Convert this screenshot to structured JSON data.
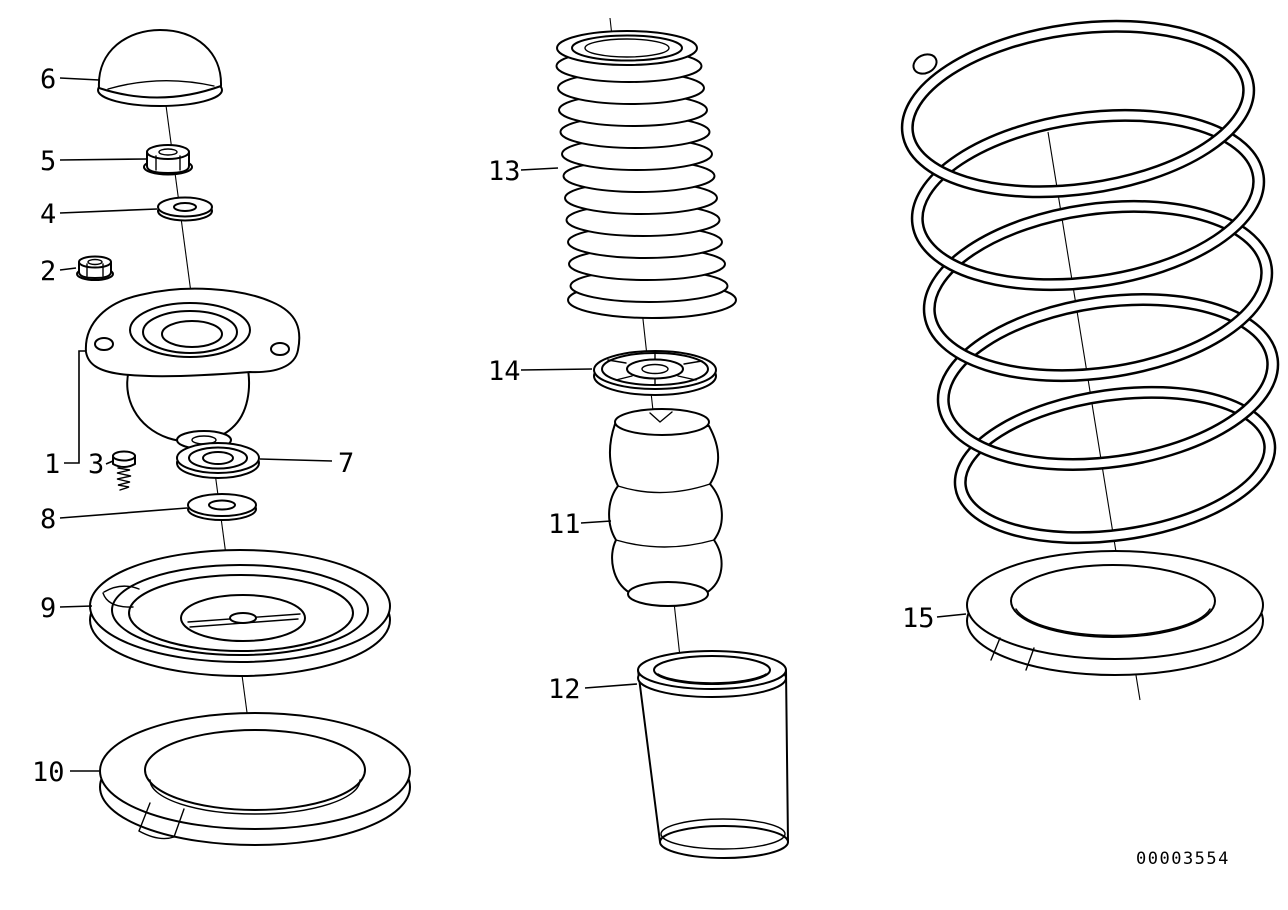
{
  "figure": {
    "background_color": "#ffffff",
    "line_color": "#000000",
    "drawing_number": "00003554"
  },
  "callouts": [
    {
      "label": "6"
    },
    {
      "label": "5"
    },
    {
      "label": "4"
    },
    {
      "label": "2"
    },
    {
      "label": "1"
    },
    {
      "label": "3"
    },
    {
      "label": "7"
    },
    {
      "label": "8"
    },
    {
      "label": "9"
    },
    {
      "label": "10"
    },
    {
      "label": "13"
    },
    {
      "label": "14"
    },
    {
      "label": "11"
    },
    {
      "label": "12"
    },
    {
      "label": "15"
    }
  ]
}
